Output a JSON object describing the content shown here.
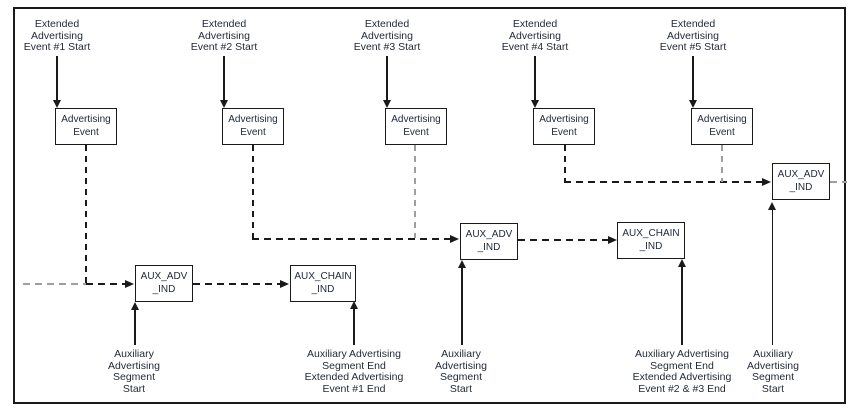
{
  "diagram": {
    "title_semantic": "Extended advertising events with auxiliary advertising segments",
    "events": [
      {
        "start_label": "Extended\nAdvertising\nEvent #1 Start",
        "box_label": "Advertising\nEvent"
      },
      {
        "start_label": "Extended\nAdvertising\nEvent #2 Start",
        "box_label": "Advertising\nEvent"
      },
      {
        "start_label": "Extended\nAdvertising\nEvent #3 Start",
        "box_label": "Advertising\nEvent"
      },
      {
        "start_label": "Extended\nAdvertising\nEvent #4 Start",
        "box_label": "Advertising\nEvent"
      },
      {
        "start_label": "Extended\nAdvertising\nEvent #5 Start",
        "box_label": "Advertising\nEvent"
      }
    ],
    "pdus": [
      {
        "label": "AUX_ADV\n_IND"
      },
      {
        "label": "AUX_CHAIN\n_IND"
      },
      {
        "label": "AUX_ADV\n_IND"
      },
      {
        "label": "AUX_CHAIN\n_IND"
      },
      {
        "label": "AUX_ADV\n_IND"
      }
    ],
    "bottom_labels": [
      {
        "text": "Auxiliary\nAdvertising\nSegment\nStart"
      },
      {
        "text": "Auxiliary Advertising\nSegment End\nExtended Advertising\nEvent #1 End"
      },
      {
        "text": "Auxiliary\nAdvertising\nSegment\nStart"
      },
      {
        "text": "Auxiliary Advertising\nSegment End\nExtended Advertising\nEvent #2 & #3 End"
      },
      {
        "text": "Auxiliary\nAdvertising\nSegment\nStart"
      }
    ],
    "colors": {
      "line": "#1a1a1a",
      "secondary_line": "#9e9e9e",
      "text": "#1f2838",
      "background": "#ffffff"
    }
  }
}
